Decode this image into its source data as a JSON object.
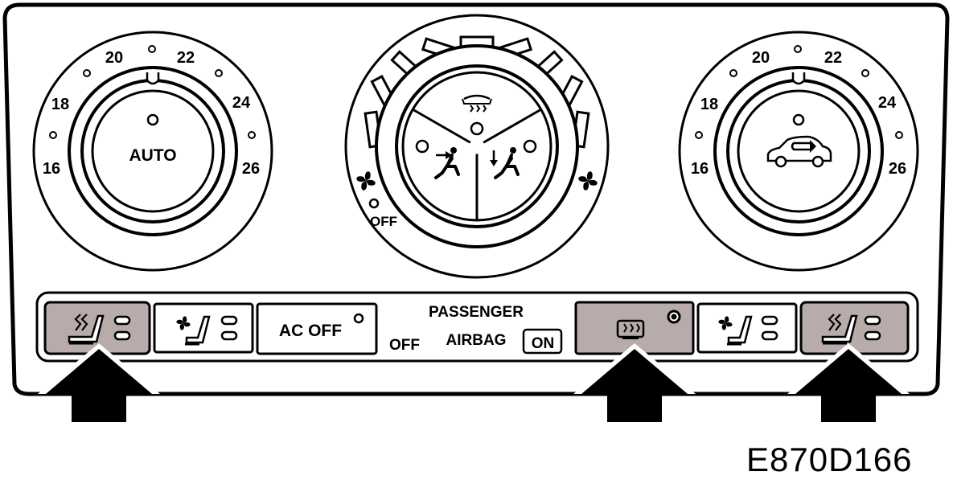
{
  "left_dial": {
    "scale": [
      "16",
      "18",
      "20",
      "22",
      "24",
      "26"
    ],
    "knob_label": "AUTO"
  },
  "right_dial": {
    "scale": [
      "16",
      "18",
      "20",
      "22",
      "24",
      "26"
    ],
    "knob_icon": "car-recirculation-icon"
  },
  "center_dial": {
    "off_label": "OFF",
    "segment_icons": [
      "windscreen-defrost-icon",
      "face-vent-icon",
      "foot-vent-icon"
    ],
    "fan_icon": "fan-icon"
  },
  "button_row": {
    "left_buttons": [
      "seat-heater-icon",
      "seat-ventilation-icon"
    ],
    "ac_off_label": "AC OFF",
    "airbag": {
      "line1": "PASSENGER",
      "off_label": "OFF",
      "line2": "AIRBAG",
      "on_label": "ON"
    },
    "right_buttons": [
      "rear-window-heater-icon",
      "seat-ventilation-icon",
      "seat-heater-icon"
    ]
  },
  "highlight_color": "#b7acaa",
  "arrows": [
    "left-seat-heater",
    "rear-window-heater",
    "right-seat-heater"
  ],
  "figure_id": "E870D166"
}
